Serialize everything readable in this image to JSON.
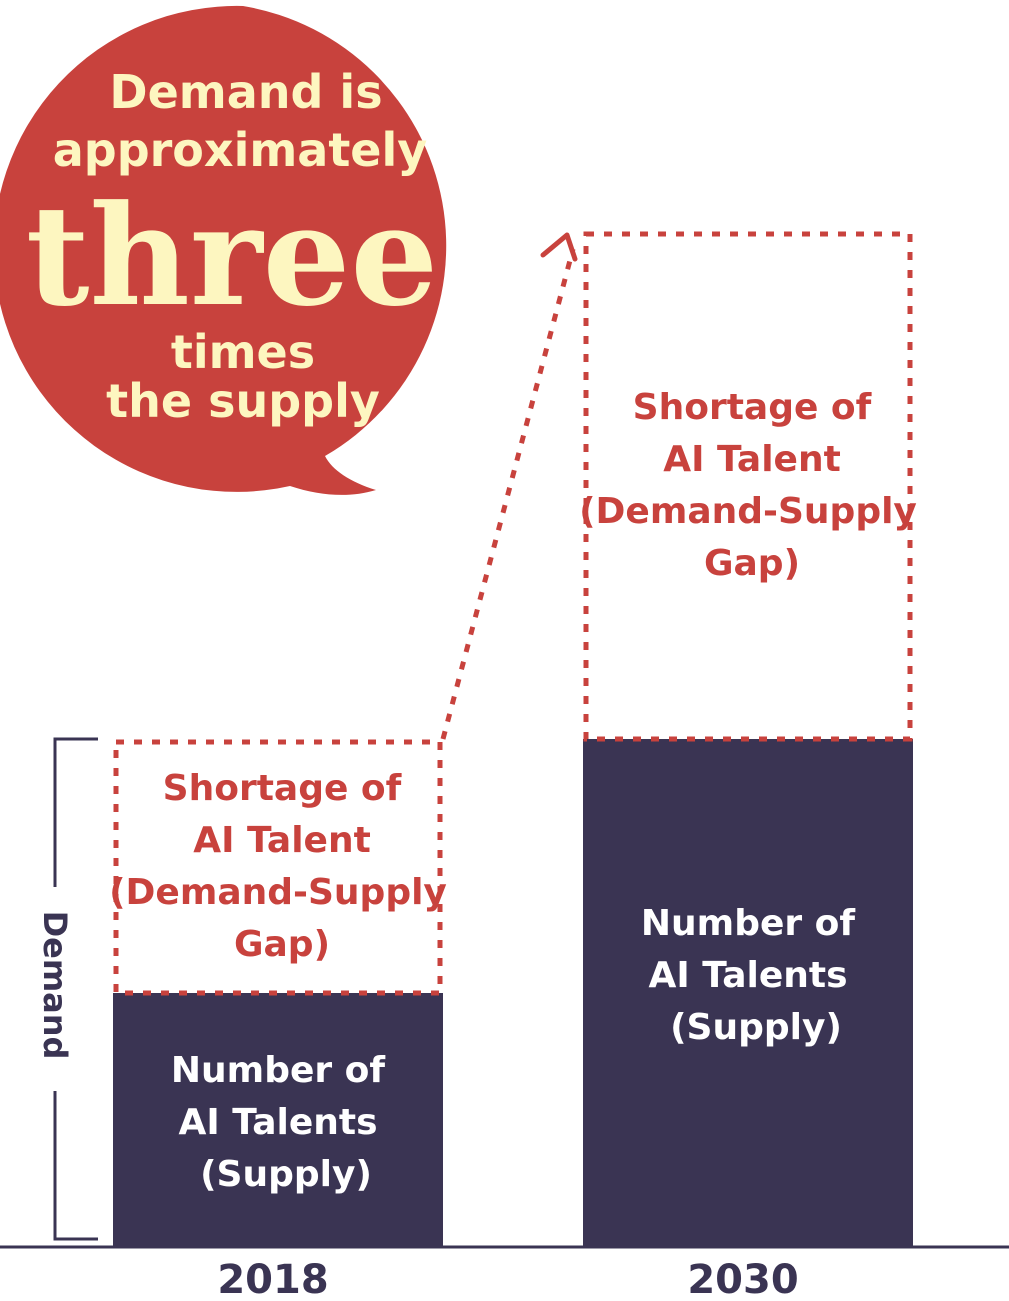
{
  "colors": {
    "supply": "#3a3453",
    "gap": "#c8423d",
    "bubble": "#c8423d",
    "bubble_text": "#fdf6c0",
    "axis": "#3a3453",
    "supply_text": "#ffffff"
  },
  "bubble": {
    "lines": [
      "Demand is",
      "approximately"
    ],
    "emphasis": "three",
    "lines_after": [
      "times",
      "the supply"
    ]
  },
  "demand_bracket_label": "Demand",
  "chart_data": {
    "type": "bar",
    "stacked": true,
    "categories": [
      "2018",
      "2030"
    ],
    "series": [
      {
        "role": "supply",
        "values": [
          1,
          2
        ],
        "label_lines": [
          "Number of",
          "AI Talents",
          "(Supply)"
        ]
      },
      {
        "role": "gap",
        "values": [
          1,
          2
        ],
        "label_lines": [
          "Shortage of",
          "AI Talent",
          "(Demand-Supply",
          "Gap)"
        ]
      }
    ]
  }
}
